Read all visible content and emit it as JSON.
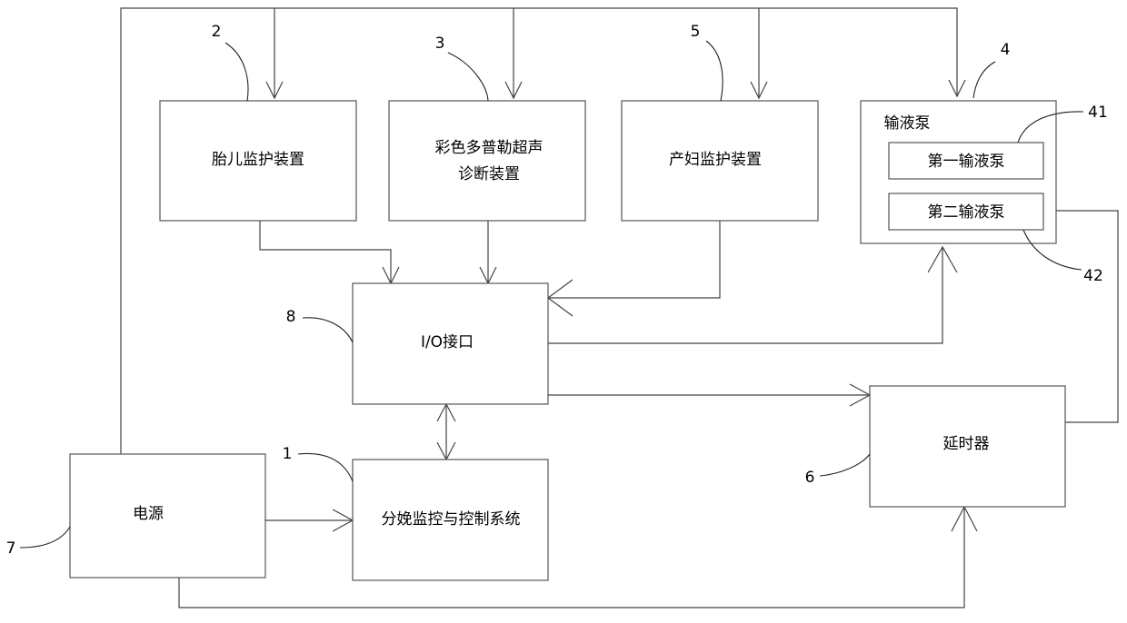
{
  "blocks": {
    "fetal_monitor": "胎儿监护装置",
    "doppler_line1": "彩色多普勒超声",
    "doppler_line2": "诊断装置",
    "maternal_monitor": "产妇监护装置",
    "infusion_pump": "输液泵",
    "first_pump": "第一输液泵",
    "second_pump": "第二输液泵",
    "io_interface": "I/O接口",
    "delivery_system": "分娩监控与控制系统",
    "power_supply": "电源",
    "timer": "延时器"
  },
  "reference_numbers": {
    "n1": "1",
    "n2": "2",
    "n3": "3",
    "n4": "4",
    "n5": "5",
    "n6": "6",
    "n7": "7",
    "n8": "8",
    "n41": "41",
    "n42": "42"
  }
}
